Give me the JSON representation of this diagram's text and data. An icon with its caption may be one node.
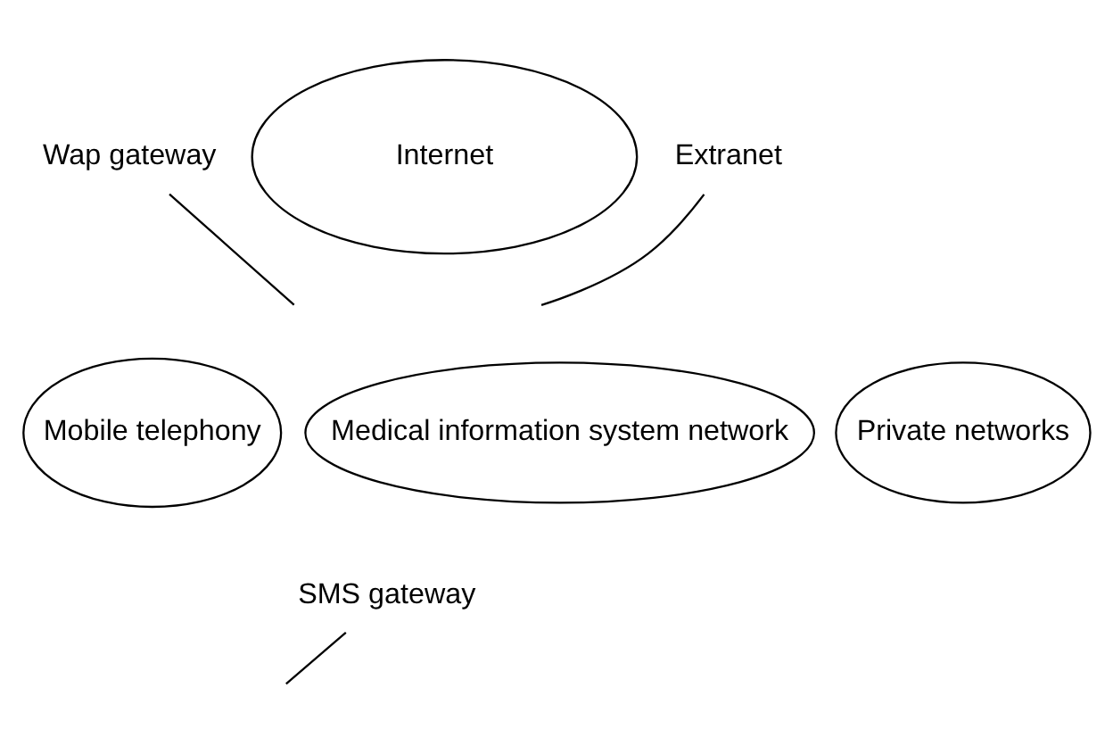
{
  "diagram": {
    "nodes": [
      {
        "text": [
          "Wap gateway"
        ]
      },
      {
        "text": [
          "Extranet"
        ]
      },
      {
        "text": [
          "Internet"
        ]
      },
      {
        "text": [
          "Mobile telephony"
        ]
      },
      {
        "text": [
          "Medical information system network"
        ]
      },
      {
        "text": [
          "Private networks"
        ]
      },
      {
        "text": [
          "SMS gateway"
        ]
      }
    ],
    "edges": [
      {
        "from": 0,
        "to": null,
        "arrow": "none"
      },
      {
        "from": 1,
        "to": null,
        "arrow": "none"
      },
      {
        "from": 6,
        "to": null,
        "arrow": "none"
      }
    ]
  }
}
